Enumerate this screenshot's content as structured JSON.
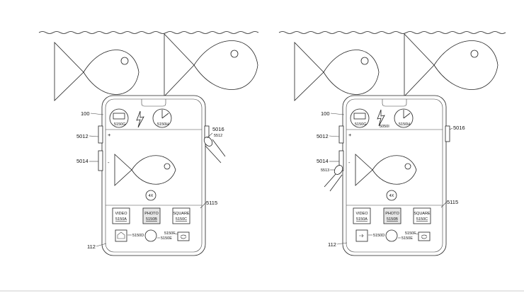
{
  "figures": [
    {
      "device_ref": "100",
      "bezel_ref": "112",
      "button_top_ref": "5012",
      "button_mid_ref": "5014",
      "button_right_ref": "5016",
      "preview_ref": "5115",
      "touch_ref": "5512",
      "touch_side": "right",
      "icons": {
        "left": "5150G",
        "middle": "",
        "right": "5150H"
      },
      "zoom": "4X",
      "plus": "+",
      "minus": "-",
      "modes": [
        {
          "name": "VIDEO",
          "ref": "5150A"
        },
        {
          "name": "PHOTO",
          "ref": "5150B"
        },
        {
          "name": "SQUARE",
          "ref": "5150C"
        }
      ],
      "bottom": {
        "d": "5150D",
        "e": "5150E",
        "f": "5150F"
      }
    },
    {
      "device_ref": "100",
      "bezel_ref": "112",
      "button_top_ref": "5012",
      "button_mid_ref": "5014",
      "button_right_ref": "5016",
      "preview_ref": "5115",
      "touch_ref": "5513",
      "touch_side": "left",
      "icons": {
        "left": "5150G",
        "middle": "5050I",
        "right": "5150H"
      },
      "zoom": "4X",
      "plus": "+",
      "minus": "-",
      "modes": [
        {
          "name": "VIDEO",
          "ref": "5150A"
        },
        {
          "name": "PHOTO",
          "ref": "5150B"
        },
        {
          "name": "SQUARE",
          "ref": "5150C"
        }
      ],
      "bottom": {
        "d": "5150D",
        "e": "5150E",
        "f": "5150F"
      }
    }
  ]
}
